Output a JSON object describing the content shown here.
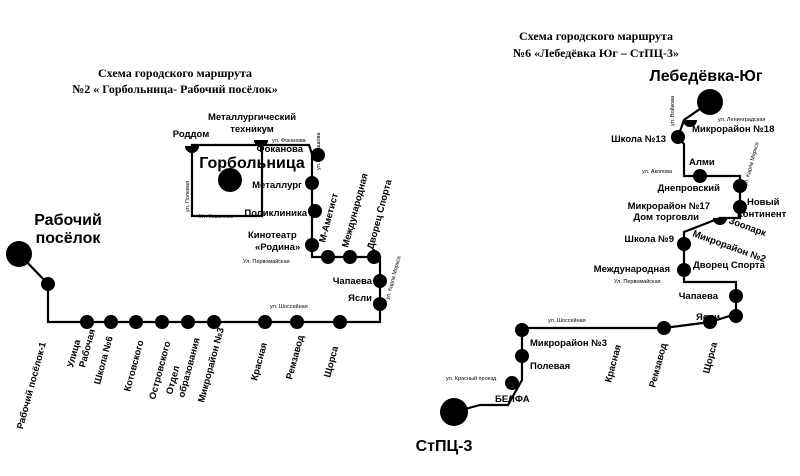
{
  "map1": {
    "title_line1": "Схема городского маршрута",
    "title_line2": "№2 « Горбольница- Рабочий посёлок»",
    "terminal_a_line1": "Рабочий",
    "terminal_a_line2": "посёлок",
    "terminal_b": "Горбольница",
    "stops": {
      "rabochiy_posyolok_1": "Рабочий посёлок-1",
      "ulitsa_rabochaya_1": "Улица",
      "ulitsa_rabochaya_2": "Рабочая",
      "shkola6": "Школа №6",
      "kotovskogo": "Котовского",
      "ostrovskogo": "Островского",
      "otdel1": "Отдел",
      "otdel2": "образования",
      "mkr3": "Микрорайон №3",
      "krasnaya": "Красная",
      "remzavod": "Ремзавод",
      "shchorsa": "Щорса",
      "yasli": "Ясли",
      "chapaeva": "Чапаева",
      "dvorets_sporta": "Дворец Спорта",
      "mezhdunarodnaya": "Международная",
      "m_ametist": "М-Аметист",
      "kinoteatr1": "Кинотеатр",
      "kinoteatr2": "«Родина»",
      "poliklinika": "Поликлиника",
      "metallurg": "Металлург",
      "fokanova": "Фоканова",
      "metal_tech1": "Металлургический",
      "metal_tech2": "техникум",
      "roddom": "Роддом"
    },
    "streets": {
      "fokanova": "ул. Фоканова",
      "bartashova": "ул. Барташова",
      "polevaya": "ул. Полевая",
      "kovaleva": "Ул. Ковалева",
      "pervomayskaya": "Ул. Первомайская",
      "karla_marksa": "ул. Карла Маркса",
      "shosseynaya": "ул. Шоссейная"
    }
  },
  "map2": {
    "title_line1": "Схема городского маршрута",
    "title_line2": "№6 «Лебедёвка Юг – СтПЦ-3»",
    "terminal_a": "Лебедёвка-Юг",
    "terminal_b": "СтПЦ-3",
    "stops": {
      "mkr18": "Микрорайон №18",
      "shkola13": "Школа №13",
      "almi": "Алми",
      "dneprovskiy": "Днепровский",
      "noviy1": "Новый",
      "noviy2": "Континент",
      "mkr17": "Микрорайон №17",
      "dom_torgovli": "Дом торговли",
      "zoopark": "Зоопарк",
      "mkr2": "Микрорайон №2",
      "shkola9": "Школа №9",
      "dvorets_sporta": "Дворец Спорта",
      "mezhdunarodnaya": "Международная",
      "chapaeva": "Чапаева",
      "yasli": "Ясли",
      "shchorsa": "Щорса",
      "remzavod": "Ремзавод",
      "krasnaya": "Красная",
      "mkr3": "Микрорайон №3",
      "polevaya": "Полевая",
      "belfa": "БЕЛФА"
    },
    "streets": {
      "voykova": "ул. Войкова",
      "leningradskaya": "ул. Ленинградская",
      "akopova": "ул. Акопова",
      "karla_marksa": "ул. Карла Маркса",
      "pervomayskaya": "Ул. Первомайская",
      "shosseynaya": "ул. Шоссейная",
      "krasny_proezd": "ул. Красный проезд"
    }
  }
}
